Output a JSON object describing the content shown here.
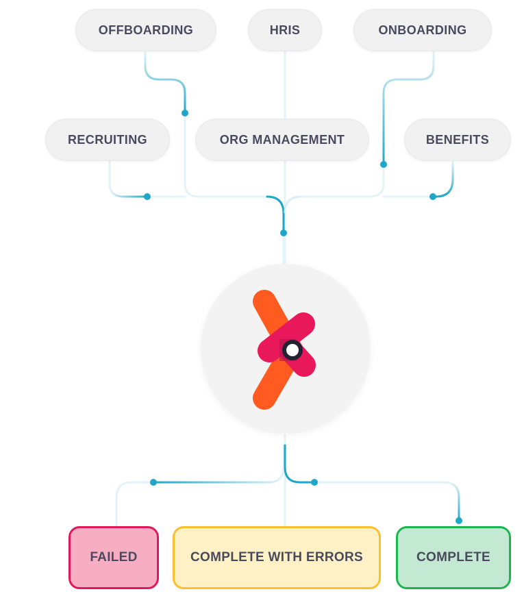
{
  "sources": {
    "offboarding": "OFFBOARDING",
    "hris": "HRIS",
    "onboarding": "ONBOARDING",
    "recruiting": "RECRUITING",
    "org_management": "ORG MANAGEMENT",
    "benefits": "BENEFITS"
  },
  "outcomes": {
    "failed": "FAILED",
    "complete_with_errors": "COMPLETE WITH ERRORS",
    "complete": "COMPLETE"
  },
  "colors": {
    "connector": "#1ea7c9",
    "connector_faint": "#e4f3f7",
    "logo_orange": "#ff5a1f",
    "logo_pink": "#e8185b",
    "failed_border": "#e1195c",
    "failed_fill": "#f7adc2",
    "errors_border": "#fbc02d",
    "errors_fill": "#fff1c6",
    "complete_border": "#1db64e",
    "complete_fill": "#c4e9d2"
  },
  "hub": {
    "icon": "integration-logo-icon"
  }
}
